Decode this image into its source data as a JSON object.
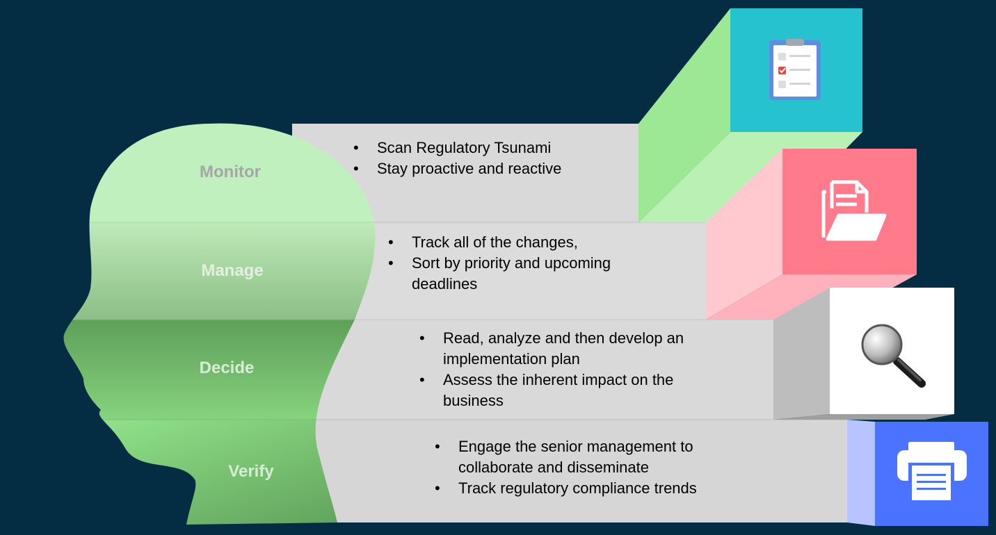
{
  "stages": [
    {
      "label": "Monitor",
      "bullets": [
        "Scan Regulatory Tsunami",
        "Stay proactive and reactive"
      ],
      "icon": "clipboard-checklist-icon",
      "icon_color": "#26c2cf"
    },
    {
      "label": "Manage",
      "bullets": [
        "Track all of the changes,",
        "Sort by priority and upcoming deadlines"
      ],
      "icon": "document-folder-icon",
      "icon_color": "#ff7a8a"
    },
    {
      "label": "Decide",
      "bullets": [
        "Read, analyze and then develop an implementation plan",
        "Assess the inherent impact on the business"
      ],
      "icon": "magnifying-glass-icon",
      "icon_color": "#ffffff"
    },
    {
      "label": "Verify",
      "bullets": [
        "Engage the senior management to collaborate and disseminate",
        "Track regulatory compliance trends"
      ],
      "icon": "printer-icon",
      "icon_color": "#4a73ff"
    }
  ],
  "colors": {
    "background": "#042d44",
    "band": "#d9d9d9",
    "head_top": "#bff0bd",
    "head_bottom": "#5ea75a",
    "label_monitor": "#a6a6a6",
    "label_other": "#e6f2e4"
  }
}
